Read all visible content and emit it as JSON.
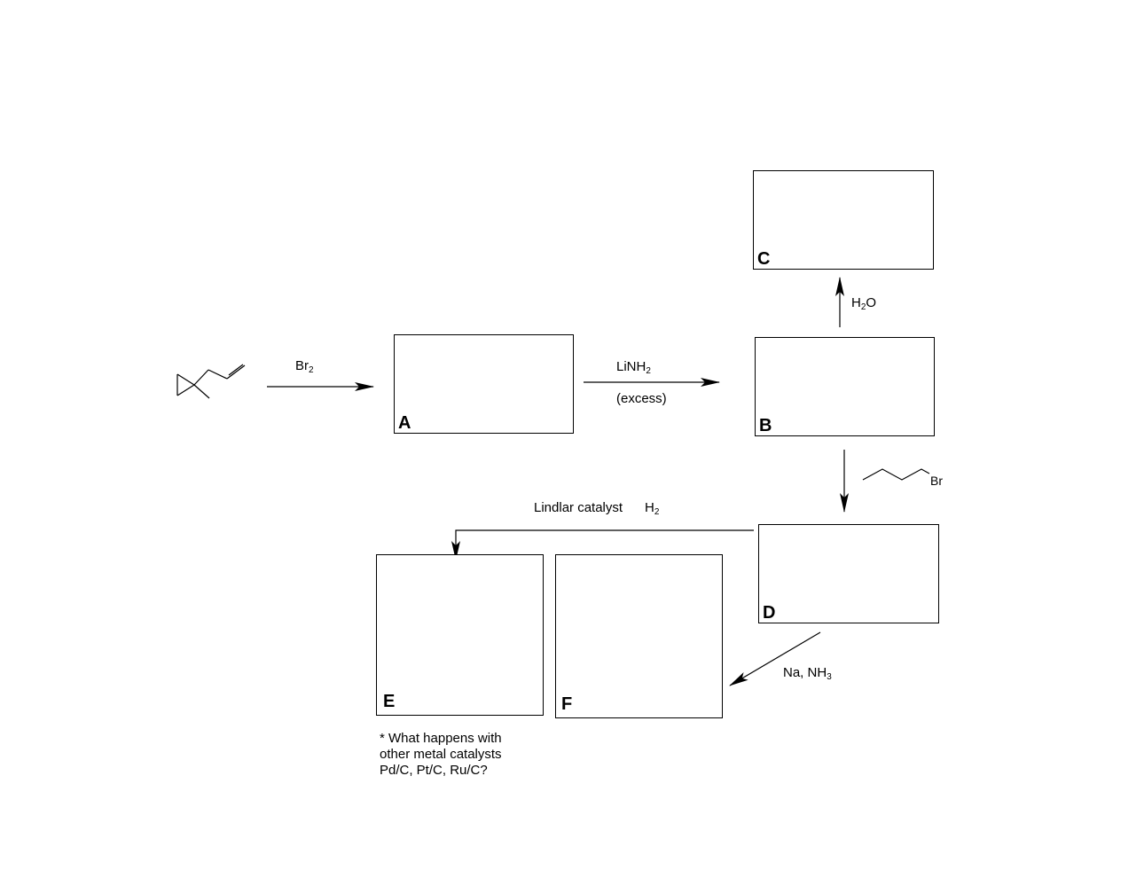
{
  "reagents": {
    "step_a": "Br",
    "step_a_sub": "2",
    "step_b_top": "LiNH",
    "step_b_top_sub": "2",
    "step_b_bottom": "(excess)",
    "step_c_pre": "H",
    "step_c_sub": "2",
    "step_c_post": "O",
    "step_d_atom": "Br",
    "step_e_catalyst": "Lindlar catalyst",
    "step_e_h": "H",
    "step_e_h_sub": "2",
    "step_f": "Na, NH",
    "step_f_sub": "3"
  },
  "boxes": {
    "a": "A",
    "b": "B",
    "c": "C",
    "d": "D",
    "e": "E",
    "f": "F"
  },
  "note": {
    "line1": "* What happens with",
    "line2": "other metal catalysts",
    "line3": "Pd/C, Pt/C, Ru/C?"
  }
}
